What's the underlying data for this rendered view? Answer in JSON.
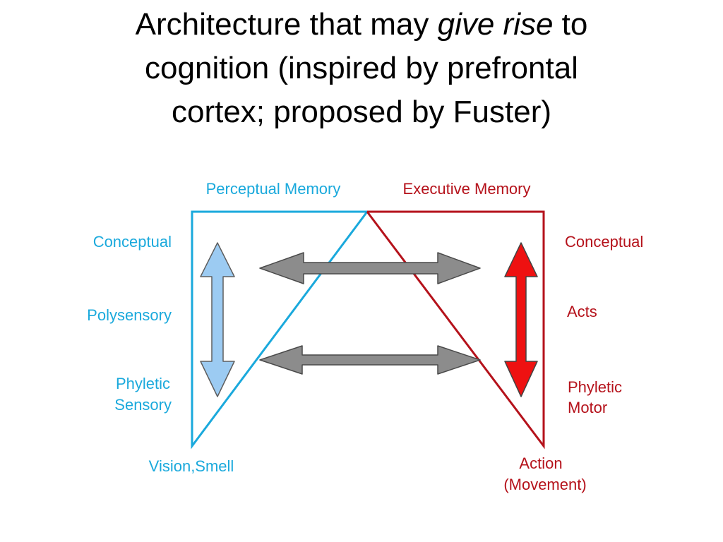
{
  "title": {
    "line1_pre": "Architecture that may ",
    "line1_em": "give rise",
    "line1_post": " to",
    "line2": "cognition (inspired by prefrontal",
    "line3": "cortex; proposed by Fuster)"
  },
  "diagram": {
    "perceptual": {
      "header": "Perceptual Memory",
      "levels": {
        "conceptual": "Conceptual",
        "polysensory": "Polysensory",
        "phyletic_line1": "Phyletic",
        "phyletic_line2": "Sensory"
      },
      "base": "Vision,Smell"
    },
    "executive": {
      "header": "Executive Memory",
      "levels": {
        "conceptual": "Conceptual",
        "acts": "Acts",
        "phyletic_line1": "Phyletic",
        "phyletic_line2": "Motor"
      },
      "base_line1": "Action",
      "base_line2": "(Movement)"
    },
    "colors": {
      "perceptual": "#1aa9dc",
      "executive": "#b5121b",
      "light_blue_arrow": "#9ccbf2",
      "red_arrow": "#ee1111",
      "gray_arrow": "#8c8c8c"
    },
    "icons": {
      "perceptual_hierarchy": "double-arrow-vertical",
      "executive_hierarchy": "double-arrow-vertical",
      "cross_links": "double-arrow-horizontal"
    }
  }
}
